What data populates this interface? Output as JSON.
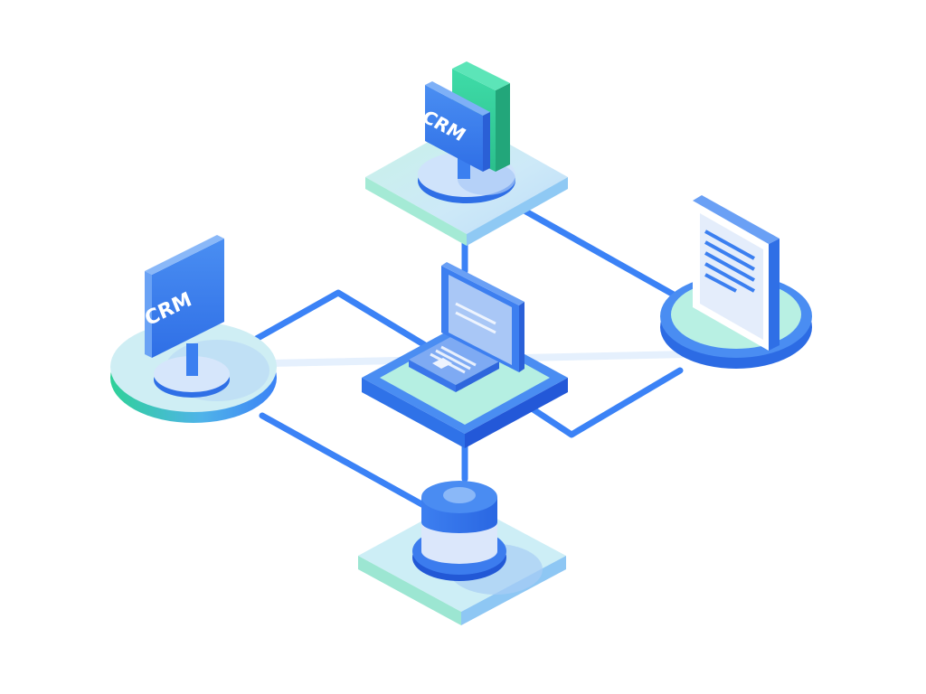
{
  "diagram": {
    "title": "CRM network architecture (isometric illustration)",
    "background": "#ffffff",
    "colors": {
      "link_blue": "#3b82f6",
      "deep_blue": "#2563eb",
      "mid_blue": "#4f8ef0",
      "light_blue": "#cfe6fb",
      "pale_blue": "#e4f1fc",
      "mint": "#b9f0e3",
      "green": "#34d399",
      "teal_green": "#2ebf8f",
      "faint_link": "#e3effc"
    },
    "nodes": [
      {
        "id": "crm-top",
        "type": "crm-sign-with-panel",
        "label": "CRM",
        "platform": "square"
      },
      {
        "id": "crm-left",
        "type": "crm-sign",
        "label": "CRM",
        "platform": "round"
      },
      {
        "id": "laptop-center",
        "type": "laptop",
        "label": "",
        "platform": "square"
      },
      {
        "id": "document-right",
        "type": "document",
        "label": "",
        "platform": "round"
      },
      {
        "id": "database-bottom",
        "type": "database",
        "label": "",
        "platform": "square"
      }
    ],
    "edges": [
      {
        "from": "crm-top",
        "to": "laptop-center"
      },
      {
        "from": "crm-top",
        "to": "document-right"
      },
      {
        "from": "crm-left",
        "to": "laptop-center"
      },
      {
        "from": "crm-left",
        "to": "database-bottom"
      },
      {
        "from": "laptop-center",
        "to": "database-bottom"
      },
      {
        "from": "laptop-center",
        "to": "document-right"
      },
      {
        "from": "crm-left",
        "to": "document-right",
        "style": "faint"
      }
    ],
    "labels": {
      "crm_top": "CRM",
      "crm_left": "CRM"
    }
  }
}
